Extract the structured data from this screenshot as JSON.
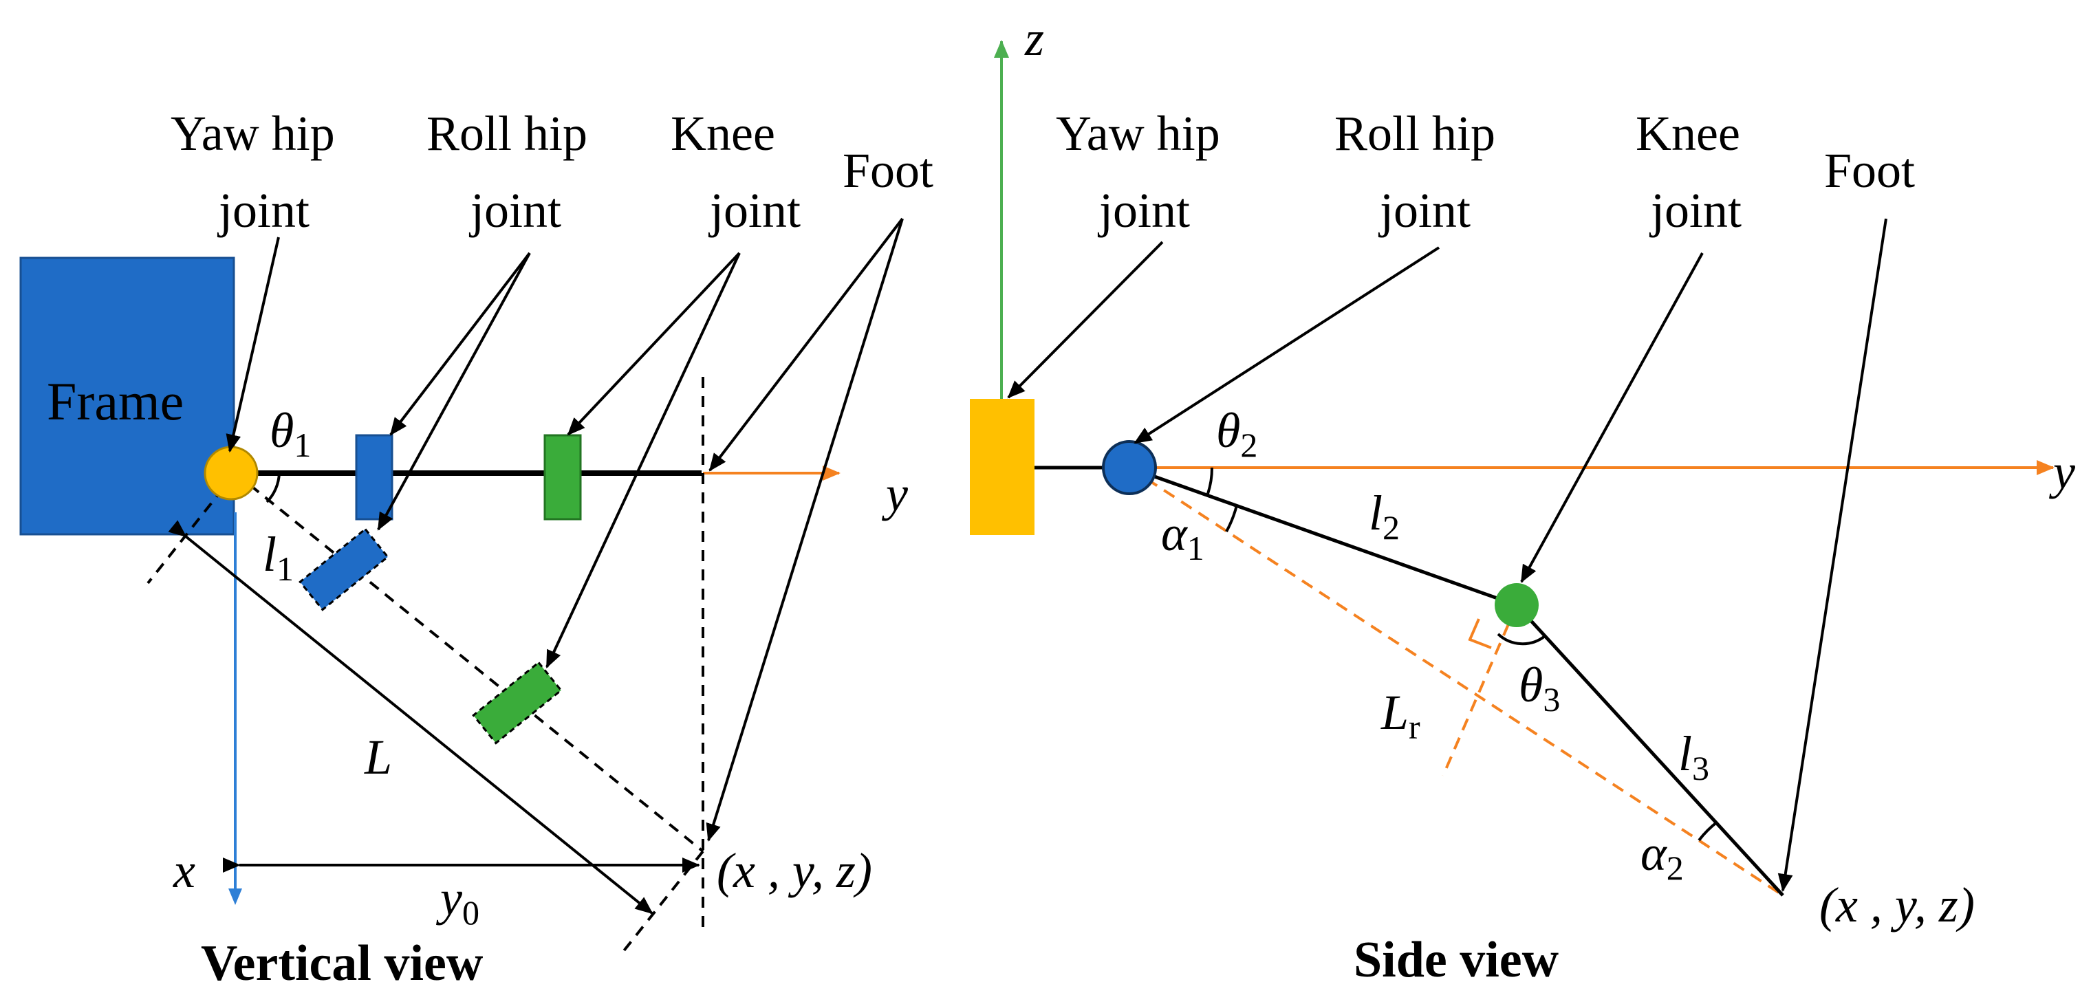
{
  "vertical_view": {
    "caption": "Vertical view",
    "frame_label": "Frame",
    "yaw_hip": [
      "Yaw hip",
      "joint"
    ],
    "roll_hip": [
      "Roll hip",
      "joint"
    ],
    "knee": [
      "Knee",
      "joint"
    ],
    "foot": "Foot",
    "theta1": {
      "sym": "θ",
      "sub": "1"
    },
    "l1": {
      "sym": "l",
      "sub": "1"
    },
    "L": "L",
    "y0": {
      "sym": "y",
      "sub": "0"
    },
    "axis_y": "y",
    "axis_x": "x",
    "point": "(x , y, z)"
  },
  "side_view": {
    "caption": "Side view",
    "yaw_hip": [
      "Yaw hip",
      "joint"
    ],
    "roll_hip": [
      "Roll hip",
      "joint"
    ],
    "knee": [
      "Knee",
      "joint"
    ],
    "foot": "Foot",
    "theta2": {
      "sym": "θ",
      "sub": "2"
    },
    "alpha1": {
      "sym": "α",
      "sub": "1"
    },
    "l2": {
      "sym": "l",
      "sub": "2"
    },
    "theta3": {
      "sym": "θ",
      "sub": "3"
    },
    "Lr": {
      "sym": "L",
      "sub": "r"
    },
    "l3": {
      "sym": "l",
      "sub": "3"
    },
    "alpha2": {
      "sym": "α",
      "sub": "2"
    },
    "axis_z": "z",
    "axis_y": "y",
    "point": "(x , y, z)"
  },
  "colors": {
    "frame_blue": "#1f6cc6",
    "yaw_hip_yellow": "#ffc000",
    "knee_green": "#3aac3a",
    "axis_orange": "#f58220",
    "axis_blue": "#2e7fd6",
    "axis_green": "#4caf50",
    "line_black": "#000000"
  }
}
